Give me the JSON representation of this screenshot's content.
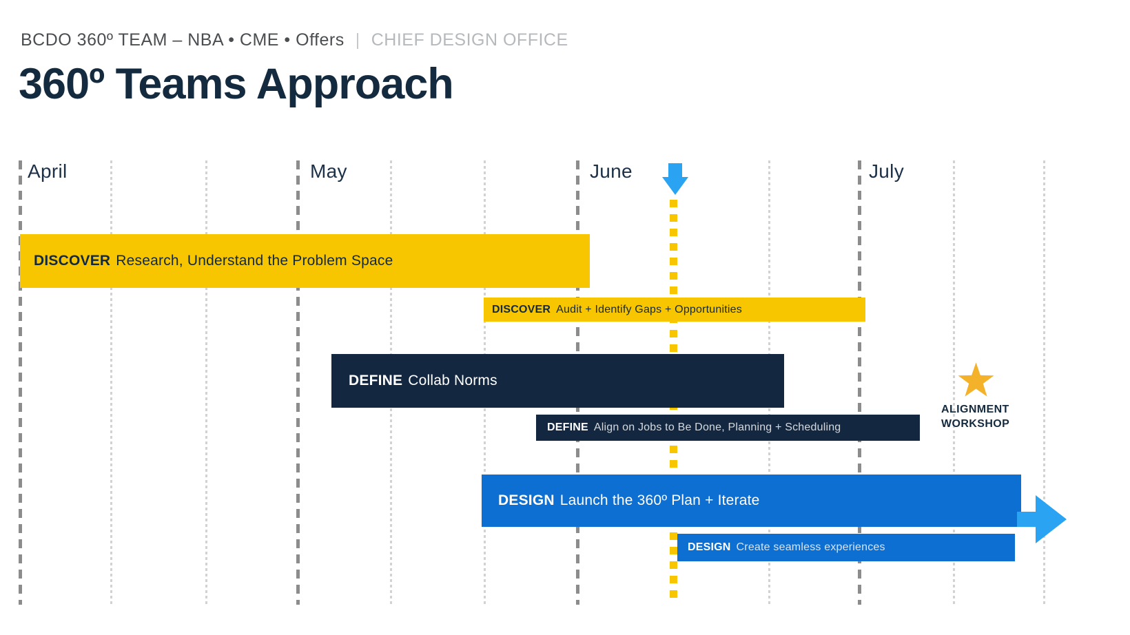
{
  "header": {
    "eyebrow_team": "BCDO 360º TEAM – NBA • CME • Offers",
    "eyebrow_separator": "|",
    "eyebrow_org": "CHIEF DESIGN OFFICE",
    "title": "360º Teams Approach"
  },
  "timeline": {
    "months": [
      {
        "label": "April"
      },
      {
        "label": "May"
      },
      {
        "label": "June"
      },
      {
        "label": "July"
      }
    ]
  },
  "bars": [
    {
      "phase": "DISCOVER",
      "task": "Research, Understand the Problem Space",
      "color": "#f8c601",
      "text_color": "#14293c",
      "size": "large"
    },
    {
      "phase": "DISCOVER",
      "task": "Audit + Identify Gaps + Opportunities",
      "color": "#f8c601",
      "text_color": "#14293c",
      "size": "small"
    },
    {
      "phase": "DEFINE",
      "task": "Collab Norms",
      "color": "#132840",
      "text_color": "#ffffff",
      "size": "large"
    },
    {
      "phase": "DEFINE",
      "task": "Align on Jobs to Be Done, Planning + Scheduling",
      "color": "#132840",
      "text_color": "#ffffff",
      "size": "small"
    },
    {
      "phase": "DESIGN",
      "task": "Launch the 360º Plan + Iterate",
      "color": "#0d6fd1",
      "text_color": "#ffffff",
      "size": "large"
    },
    {
      "phase": "DESIGN",
      "task": "Create seamless experiences",
      "color": "#0d6fd1",
      "text_color": "#ffffff",
      "size": "small"
    }
  ],
  "milestone": {
    "line1": "ALIGNMENT",
    "line2": "WORKSHOP",
    "star_color": "#f3b229"
  },
  "markers": {
    "focus_arrow_color": "#29a3f2",
    "focus_dotted_line_color": "#f8c601",
    "forward_arrow_color": "#29a3f2",
    "major_gridline_color": "#8c8c8c",
    "minor_gridline_color": "#d2d2d2"
  },
  "chart_data": {
    "type": "bar",
    "subtype": "gantt-timeline",
    "title": "360º Teams Approach",
    "x_axis": {
      "unit": "month",
      "ticks": [
        "April",
        "May",
        "June",
        "July"
      ],
      "gridlines": "major dashed gray at month start, minor dotted light gray at thirds of each month"
    },
    "series": [
      {
        "phase": "DISCOVER",
        "task": "Research, Understand the Problem Space",
        "start_month": 4.0,
        "end_month": 6.0,
        "color": "#f8c601"
      },
      {
        "phase": "DISCOVER",
        "task": "Audit + Identify Gaps + Opportunities",
        "start_month": 5.67,
        "end_month": 7.0,
        "color": "#f8c601"
      },
      {
        "phase": "DEFINE",
        "task": "Collab Norms",
        "start_month": 5.12,
        "end_month": 6.67,
        "color": "#132840"
      },
      {
        "phase": "DEFINE",
        "task": "Align on Jobs to Be Done, Planning + Scheduling",
        "start_month": 5.85,
        "end_month": 7.18,
        "color": "#132840"
      },
      {
        "phase": "DESIGN",
        "task": "Launch the 360º Plan + Iterate",
        "start_month": 5.66,
        "end_month": 7.52,
        "continues_with_arrow": true,
        "color": "#0d6fd1"
      },
      {
        "phase": "DESIGN",
        "task": "Create seamless experiences",
        "start_month": 6.35,
        "end_month": 7.52,
        "color": "#0d6fd1"
      }
    ],
    "annotations": [
      {
        "type": "milestone-star",
        "label": "ALIGNMENT WORKSHOP",
        "position_month": 7.42,
        "color": "#f3b229"
      },
      {
        "type": "vertical-marker",
        "symbol": "blue down arrow + yellow dotted line",
        "position_month": 6.34
      }
    ]
  }
}
